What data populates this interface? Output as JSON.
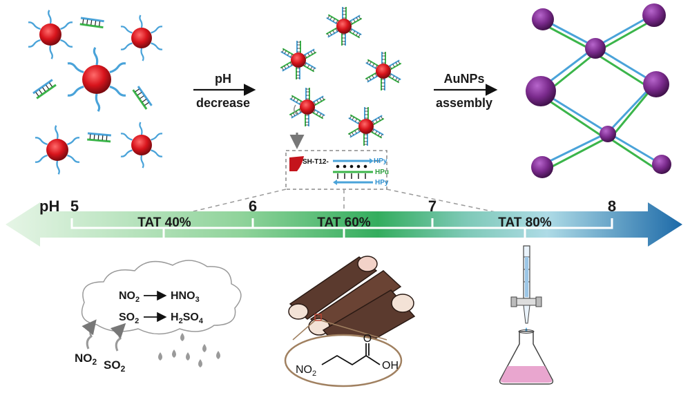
{
  "step1": {
    "line1": "pH",
    "line2": "decrease"
  },
  "step2": {
    "line1": "AuNPs",
    "line2": "assembly"
  },
  "inset": {
    "linker": "SH-T12-",
    "strand_top": "HPy",
    "strand_mid": "HPu",
    "strand_bottom": "HPy"
  },
  "scale": {
    "prefix": "pH",
    "ticks": [
      "5",
      "6",
      "7",
      "8"
    ],
    "tat": [
      "TAT 40%",
      "TAT 60%",
      "TAT 80%"
    ]
  },
  "acid_rain": {
    "cloud_r1_left": "NO",
    "cloud_r1_left_sub": "2",
    "cloud_r1_right": "HNO",
    "cloud_r1_right_sub": "3",
    "cloud_r2_left": "SO",
    "cloud_r2_left_sub": "2",
    "cloud_r2_right": "H",
    "cloud_r2_right_sub1": "2",
    "cloud_r2_right_mid": "SO",
    "cloud_r2_right_sub2": "4",
    "in1": "NO",
    "in1_sub": "2",
    "in2": "SO",
    "in2_sub": "2"
  },
  "molecule": {
    "left": "NO",
    "left_sub": "2",
    "right": "OH",
    "top": "O"
  },
  "colors": {
    "gold_np": "#d8141c",
    "ligand": "#4aa3d9",
    "duplex_green": "#3bb54a",
    "assembly_np": "#7a2a8c",
    "arrow_light": "#d5efd7",
    "arrow_dark": "#1d6aa8",
    "cane": "#5b3a2e",
    "flask_liquid": "#e9a6cf"
  }
}
